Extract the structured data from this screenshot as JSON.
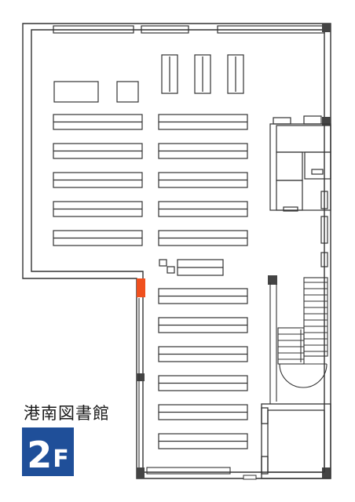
{
  "library": {
    "name": "港南図書館"
  },
  "floor": {
    "number": "2",
    "suffix": "F"
  },
  "colors": {
    "accent_door": "#f0501e",
    "badge": "#1f4f99",
    "wall": "#333333",
    "column": "#444444"
  }
}
